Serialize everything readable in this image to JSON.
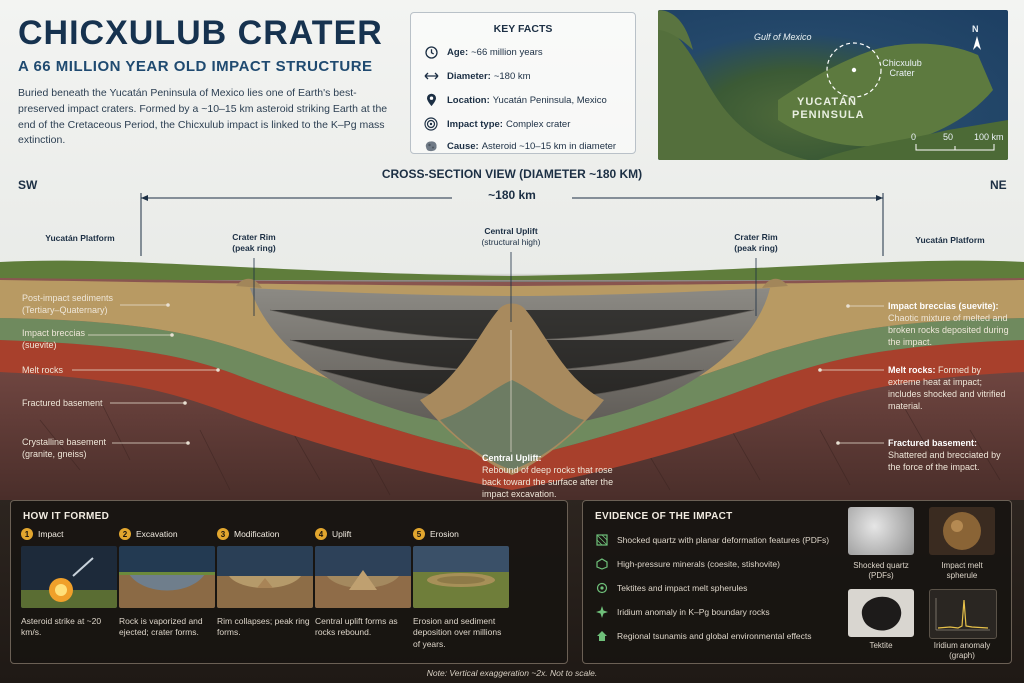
{
  "header": {
    "title": "CHICXULUB CRATER",
    "subtitle": "A 66 MILLION YEAR OLD IMPACT STRUCTURE",
    "intro": "Buried beneath the Yucatán Peninsula of Mexico lies one of Earth's best-preserved impact craters. Formed by a ~10–15 km asteroid striking Earth at the end of the Cretaceous Period, the Chicxulub impact is linked to the K–Pg mass extinction."
  },
  "key_facts": {
    "title": "KEY FACTS",
    "items": [
      {
        "icon": "clock-icon",
        "label": "Age:",
        "value": "~66 million years"
      },
      {
        "icon": "double-arrow-icon",
        "label": "Diameter:",
        "value": "~180 km"
      },
      {
        "icon": "location-pin-icon",
        "label": "Location:",
        "value": "Yucatán Peninsula, Mexico"
      },
      {
        "icon": "target-icon",
        "label": "Impact type:",
        "value": "Complex crater"
      },
      {
        "icon": "asteroid-icon",
        "label": "Cause:",
        "value": "Asteroid ~10–15 km in diameter"
      }
    ]
  },
  "map": {
    "gulf": "Gulf of Mexico",
    "crater": "Chicxulub Crater",
    "peninsula": "YUCATÁN PENINSULA",
    "north": "N",
    "scale": [
      "0",
      "50",
      "100 km"
    ]
  },
  "cross_section": {
    "title": "CROSS-SECTION VIEW (DIAMETER ~180 KM)",
    "left_dir": "SW",
    "right_dir": "NE",
    "diameter": "~180 km",
    "platform_left": "Yucatán Platform",
    "platform_right": "Yucatán Platform",
    "rim_left": {
      "title": "Crater Rim",
      "sub": "(peak ring)"
    },
    "rim_right": {
      "title": "Crater Rim",
      "sub": "(peak ring)"
    },
    "uplift_top": {
      "title": "Central Uplift",
      "sub": "(structural high)"
    },
    "left_labels": [
      {
        "l1": "Post-impact sediments",
        "l2": "(Tertiary–Quaternary)"
      },
      {
        "l1": "Impact breccias",
        "l2": "(suevite)"
      },
      {
        "l1": "Melt rocks",
        "l2": ""
      },
      {
        "l1": "Fractured basement",
        "l2": ""
      },
      {
        "l1": "Crystalline basement",
        "l2": "(granite, gneiss)"
      }
    ],
    "right_labels": [
      {
        "bold": "Impact breccias (suevite):",
        "text": "Chaotic mixture of melted and broken rocks deposited during the impact."
      },
      {
        "bold": "Melt rocks:",
        "text": "Formed by extreme heat at impact; includes shocked and vitrified material."
      },
      {
        "bold": "Fractured basement:",
        "text": "Shattered and brecciated by the force of the impact."
      }
    ],
    "uplift_bottom": {
      "title": "Central Uplift:",
      "text": "Rebound of deep rocks that rose back toward the surface after the impact excavation."
    }
  },
  "how_it_formed": {
    "title": "HOW IT FORMED",
    "steps": [
      {
        "num": "1",
        "name": "Impact",
        "caption": "Asteroid strike at ~20 km/s."
      },
      {
        "num": "2",
        "name": "Excavation",
        "caption": "Rock is vaporized and ejected; crater forms."
      },
      {
        "num": "3",
        "name": "Modification",
        "caption": "Rim collapses; peak ring forms."
      },
      {
        "num": "4",
        "name": "Uplift",
        "caption": "Central uplift forms as rocks rebound."
      },
      {
        "num": "5",
        "name": "Erosion",
        "caption": "Erosion and sediment deposition over millions of years."
      }
    ]
  },
  "evidence": {
    "title": "EVIDENCE OF THE IMPACT",
    "items": [
      {
        "icon": "shocked-quartz-icon",
        "text": "Shocked quartz with planar deformation features (PDFs)"
      },
      {
        "icon": "mineral-icon",
        "text": "High-pressure minerals (coesite, stishovite)"
      },
      {
        "icon": "spherule-icon",
        "text": "Tektites and impact melt spherules"
      },
      {
        "icon": "iridium-icon",
        "text": "Iridium anomaly in K–Pg boundary rocks"
      },
      {
        "icon": "tsunami-icon",
        "text": "Regional tsunamis and global environmental effects"
      }
    ],
    "specimens": [
      {
        "l1": "Shocked quartz",
        "l2": "(PDFs)"
      },
      {
        "l1": "Impact melt",
        "l2": "spherule"
      },
      {
        "l1": "Tektite",
        "l2": ""
      },
      {
        "l1": "Iridium anomaly",
        "l2": "(graph)"
      }
    ]
  },
  "note": "Note: Vertical exaggeration ~2x. Not to scale.",
  "colors": {
    "title": "#16324f",
    "accent": "#e2a62e",
    "evidence_icon": "#6fc07a",
    "sediment": "#b89a63",
    "breccia": "#6f8a5e",
    "melt": "#a8402c",
    "basement": "#7d4a44"
  }
}
